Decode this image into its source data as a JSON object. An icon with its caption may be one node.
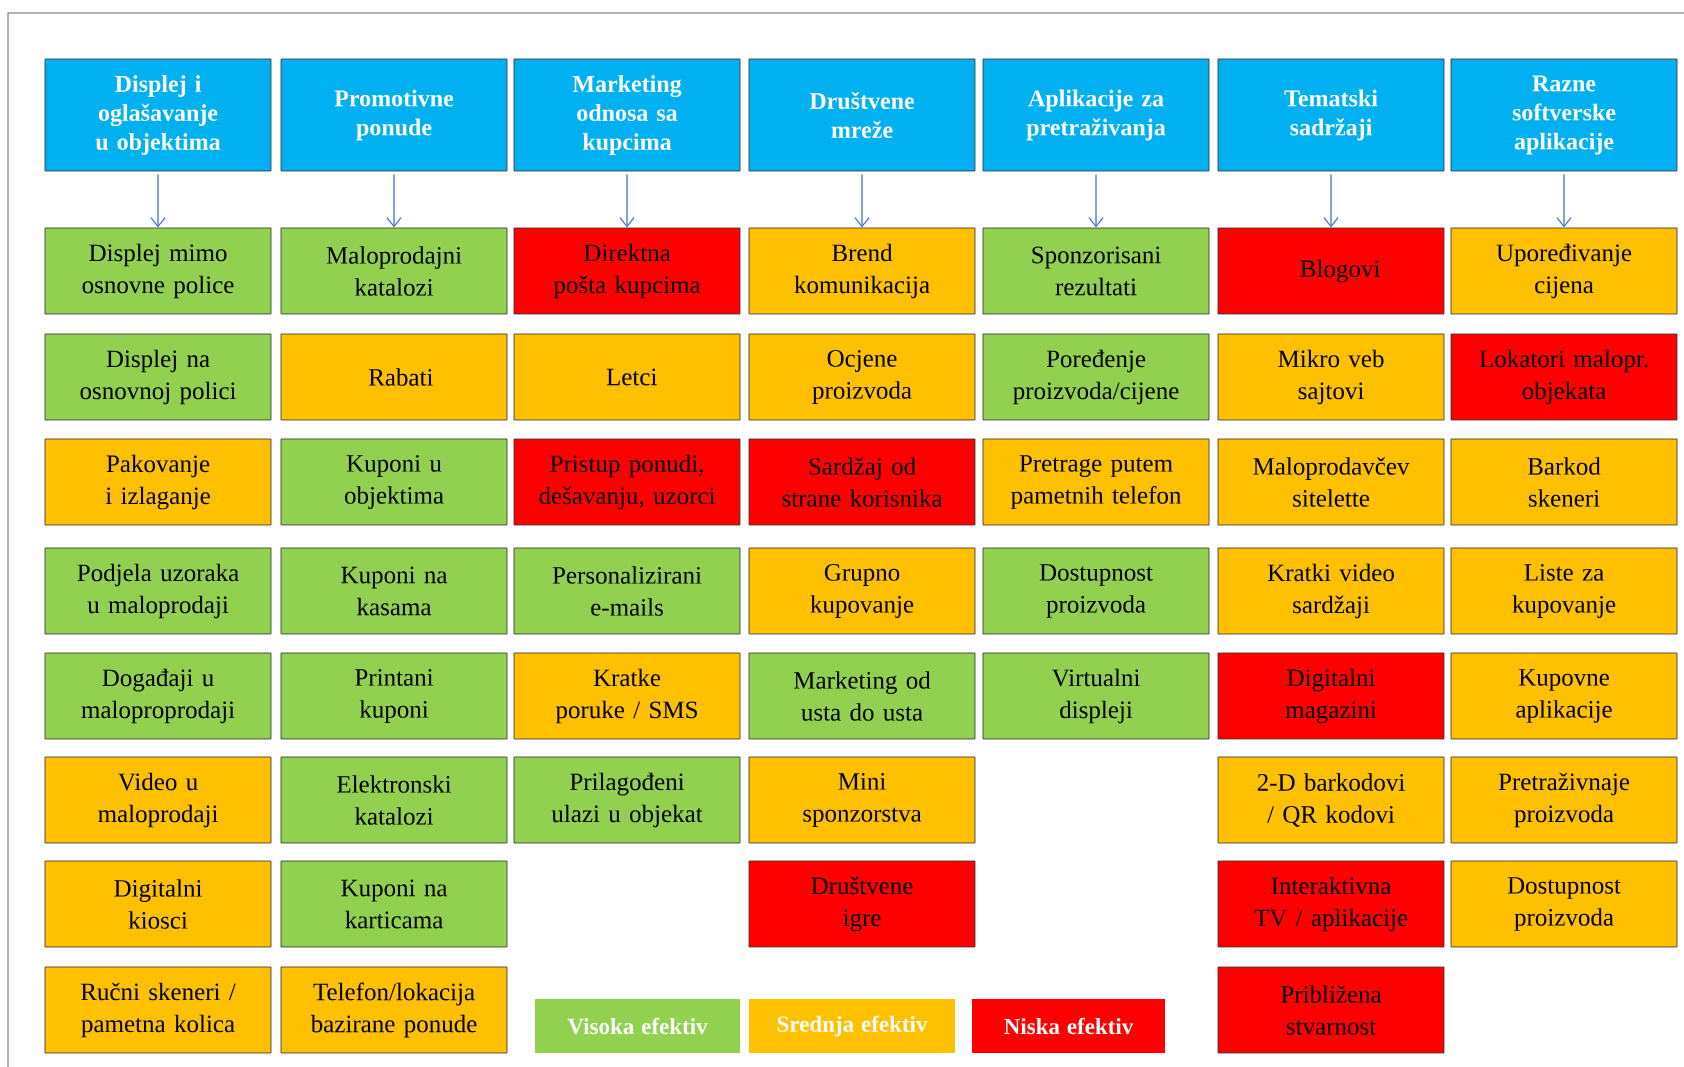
{
  "diagram": {
    "nodes": [
      {
        "text": [
          "Displej i oglašavanje u objektima"
        ]
      },
      {
        "text": [
          "Promotivne ponude"
        ]
      },
      {
        "text": [
          "Marketing odnosa sa kupcima"
        ]
      },
      {
        "text": [
          "Društvene mreže"
        ]
      },
      {
        "text": [
          "Aplikacije za pretraživanja"
        ]
      },
      {
        "text": [
          "Tematski sadržaji"
        ]
      },
      {
        "text": [
          "Razne softverske aplikacije"
        ]
      },
      {
        "text": [
          "Displej mimo osnovne police"
        ]
      },
      {
        "text": [
          "Maloprodajni katalozi"
        ]
      },
      {
        "text": [
          "Direktna pošta kupcima"
        ]
      },
      {
        "text": [
          "Brend komunikacija"
        ]
      },
      {
        "text": [
          "Sponzorisani rezultati"
        ]
      },
      {
        "text": [
          "Blogovi"
        ]
      },
      {
        "text": [
          "Upoređivanje cijena"
        ]
      },
      {
        "text": [
          "Displej na osnovnoj polici"
        ]
      },
      {
        "text": [
          "Rabati"
        ]
      },
      {
        "text": [
          "Letci"
        ]
      },
      {
        "text": [
          "Ocjene proizvoda"
        ]
      },
      {
        "text": [
          "Poređenje proizvoda/cijene"
        ]
      },
      {
        "text": [
          "Mikro veb sajtovi"
        ]
      },
      {
        "text": [
          "Lokatori malopr. objekata"
        ]
      },
      {
        "text": [
          "Pakovanje i izlaganje"
        ]
      },
      {
        "text": [
          "Kuponi u objektima"
        ]
      },
      {
        "text": [
          "Pristup ponudi, dešavanju, uzorci"
        ]
      },
      {
        "text": [
          "Sardžaj od strane korisnika"
        ]
      },
      {
        "text": [
          "Pretrage putem pametnih telefon"
        ]
      },
      {
        "text": [
          "Maloprodavčev sitelette"
        ]
      },
      {
        "text": [
          "Barkod skeneri"
        ]
      },
      {
        "text": [
          "Podjela uzoraka u maloprodaji"
        ]
      },
      {
        "text": [
          "Kuponi na kasama"
        ]
      },
      {
        "text": [
          "Personalizirani e-mails"
        ]
      },
      {
        "text": [
          "Grupno kupovanje"
        ]
      },
      {
        "text": [
          "Dostupnost proizvoda"
        ]
      },
      {
        "text": [
          "Kratki video sardžaji"
        ]
      },
      {
        "text": [
          "Liste za kupovanje"
        ]
      },
      {
        "text": [
          "Događaji u maloproprodaji"
        ]
      },
      {
        "text": [
          "Printani kuponi"
        ]
      },
      {
        "text": [
          "Kratke poruke / SMS"
        ]
      },
      {
        "text": [
          "Marketing od usta do usta"
        ]
      },
      {
        "text": [
          "Virtualni displeji"
        ]
      },
      {
        "text": [
          "Digitalni magazini"
        ]
      },
      {
        "text": [
          "Kupovne aplikacije"
        ]
      },
      {
        "text": [
          "Video u maloprodaji"
        ]
      },
      {
        "text": [
          "Elektronski katalozi"
        ]
      },
      {
        "text": [
          "Prilagođeni ulazi u objekat"
        ]
      },
      {
        "text": [
          "Mini sponzorstva"
        ]
      },
      {
        "text": [
          "2-D barkodovi / QR kodovi"
        ]
      },
      {
        "text": [
          "Pretraživnaje proizvoda"
        ]
      },
      {
        "text": [
          "Digitalni kiosci"
        ]
      },
      {
        "text": [
          "Kuponi na karticama"
        ]
      },
      {
        "text": [
          "Društvene igre"
        ]
      },
      {
        "text": [
          "Interaktivna TV / aplikacije"
        ]
      },
      {
        "text": [
          "Dostupnost proizvoda"
        ]
      },
      {
        "text": [
          "Ručni skeneri / pametna kolica"
        ]
      },
      {
        "text": [
          "Telefon/lokacija bazirane ponude"
        ]
      },
      {
        "text": [
          "Približena stvarnost"
        ]
      }
    ],
    "edges": [
      {
        "from": 0,
        "to": 7,
        "arrow": "to"
      },
      {
        "from": 1,
        "to": 8,
        "arrow": "to"
      },
      {
        "from": 2,
        "to": 9,
        "arrow": "to"
      },
      {
        "from": 3,
        "to": 10,
        "arrow": "to"
      },
      {
        "from": 4,
        "to": 11,
        "arrow": "to"
      },
      {
        "from": 5,
        "to": 12,
        "arrow": "to"
      },
      {
        "from": 6,
        "to": 13,
        "arrow": "to"
      }
    ],
    "legend": [
      {
        "text": "Visoka efektiv",
        "color": "#92d050"
      },
      {
        "text": "Srednja efektiv",
        "color": "#ffc000"
      },
      {
        "text": "Niska efektiv",
        "color": "#ff0000"
      }
    ]
  }
}
